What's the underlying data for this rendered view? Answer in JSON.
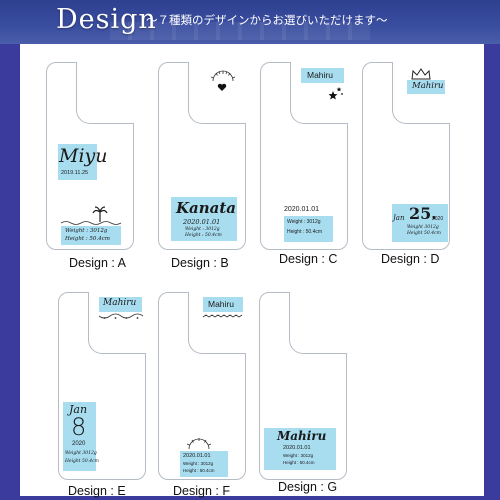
{
  "header": {
    "title": "Design",
    "subtitle": "～７種類のデザインからお選びいただけます～"
  },
  "designs": [
    {
      "label": "Design : A",
      "name": "Miyu",
      "date": "2019.11.25",
      "weight_line": "Weight : 3012g",
      "height_line": "Height : 50.4cm"
    },
    {
      "label": "Design : B",
      "name": "Kanata",
      "date": "2020.01.01",
      "weight_line": "Weight : 3012g",
      "height_line": "Height : 50.4cm"
    },
    {
      "label": "Design : C",
      "name": "Mahiru",
      "date": "2020.01.01",
      "weight_line": "Weight : 3012g",
      "height_line": "Height : 50.4cm"
    },
    {
      "label": "Design : D",
      "name": "Mahiru",
      "month": "Jan",
      "day": "25.",
      "year": "2020",
      "weight_line": "Weight 3012g",
      "height_line": "Height 50.4cm"
    },
    {
      "label": "Design : E",
      "name": "Mahiru",
      "month": "Jan",
      "day": "8",
      "year": "2020",
      "weight_line": "Weight 3012g",
      "height_line": "Height 50.4cm"
    },
    {
      "label": "Design : F",
      "name": "Mahiru",
      "date": "2020.01.01",
      "weight_line": "Weight : 3012g",
      "height_line": "Height : 50.4cm"
    },
    {
      "label": "Design : G",
      "name": "Mahiru",
      "date": "2020.01.01",
      "weight_line": "Weight : 3012g",
      "height_line": "Height : 50.4cm"
    }
  ],
  "colors": {
    "frame": "#3b3b9e",
    "name_block": "#a8dcef"
  },
  "icons": [
    "palm-tree-icon",
    "crown-icon",
    "stars-icon",
    "heart-icon",
    "sunrise-icon",
    "wave-garland-icon"
  ]
}
